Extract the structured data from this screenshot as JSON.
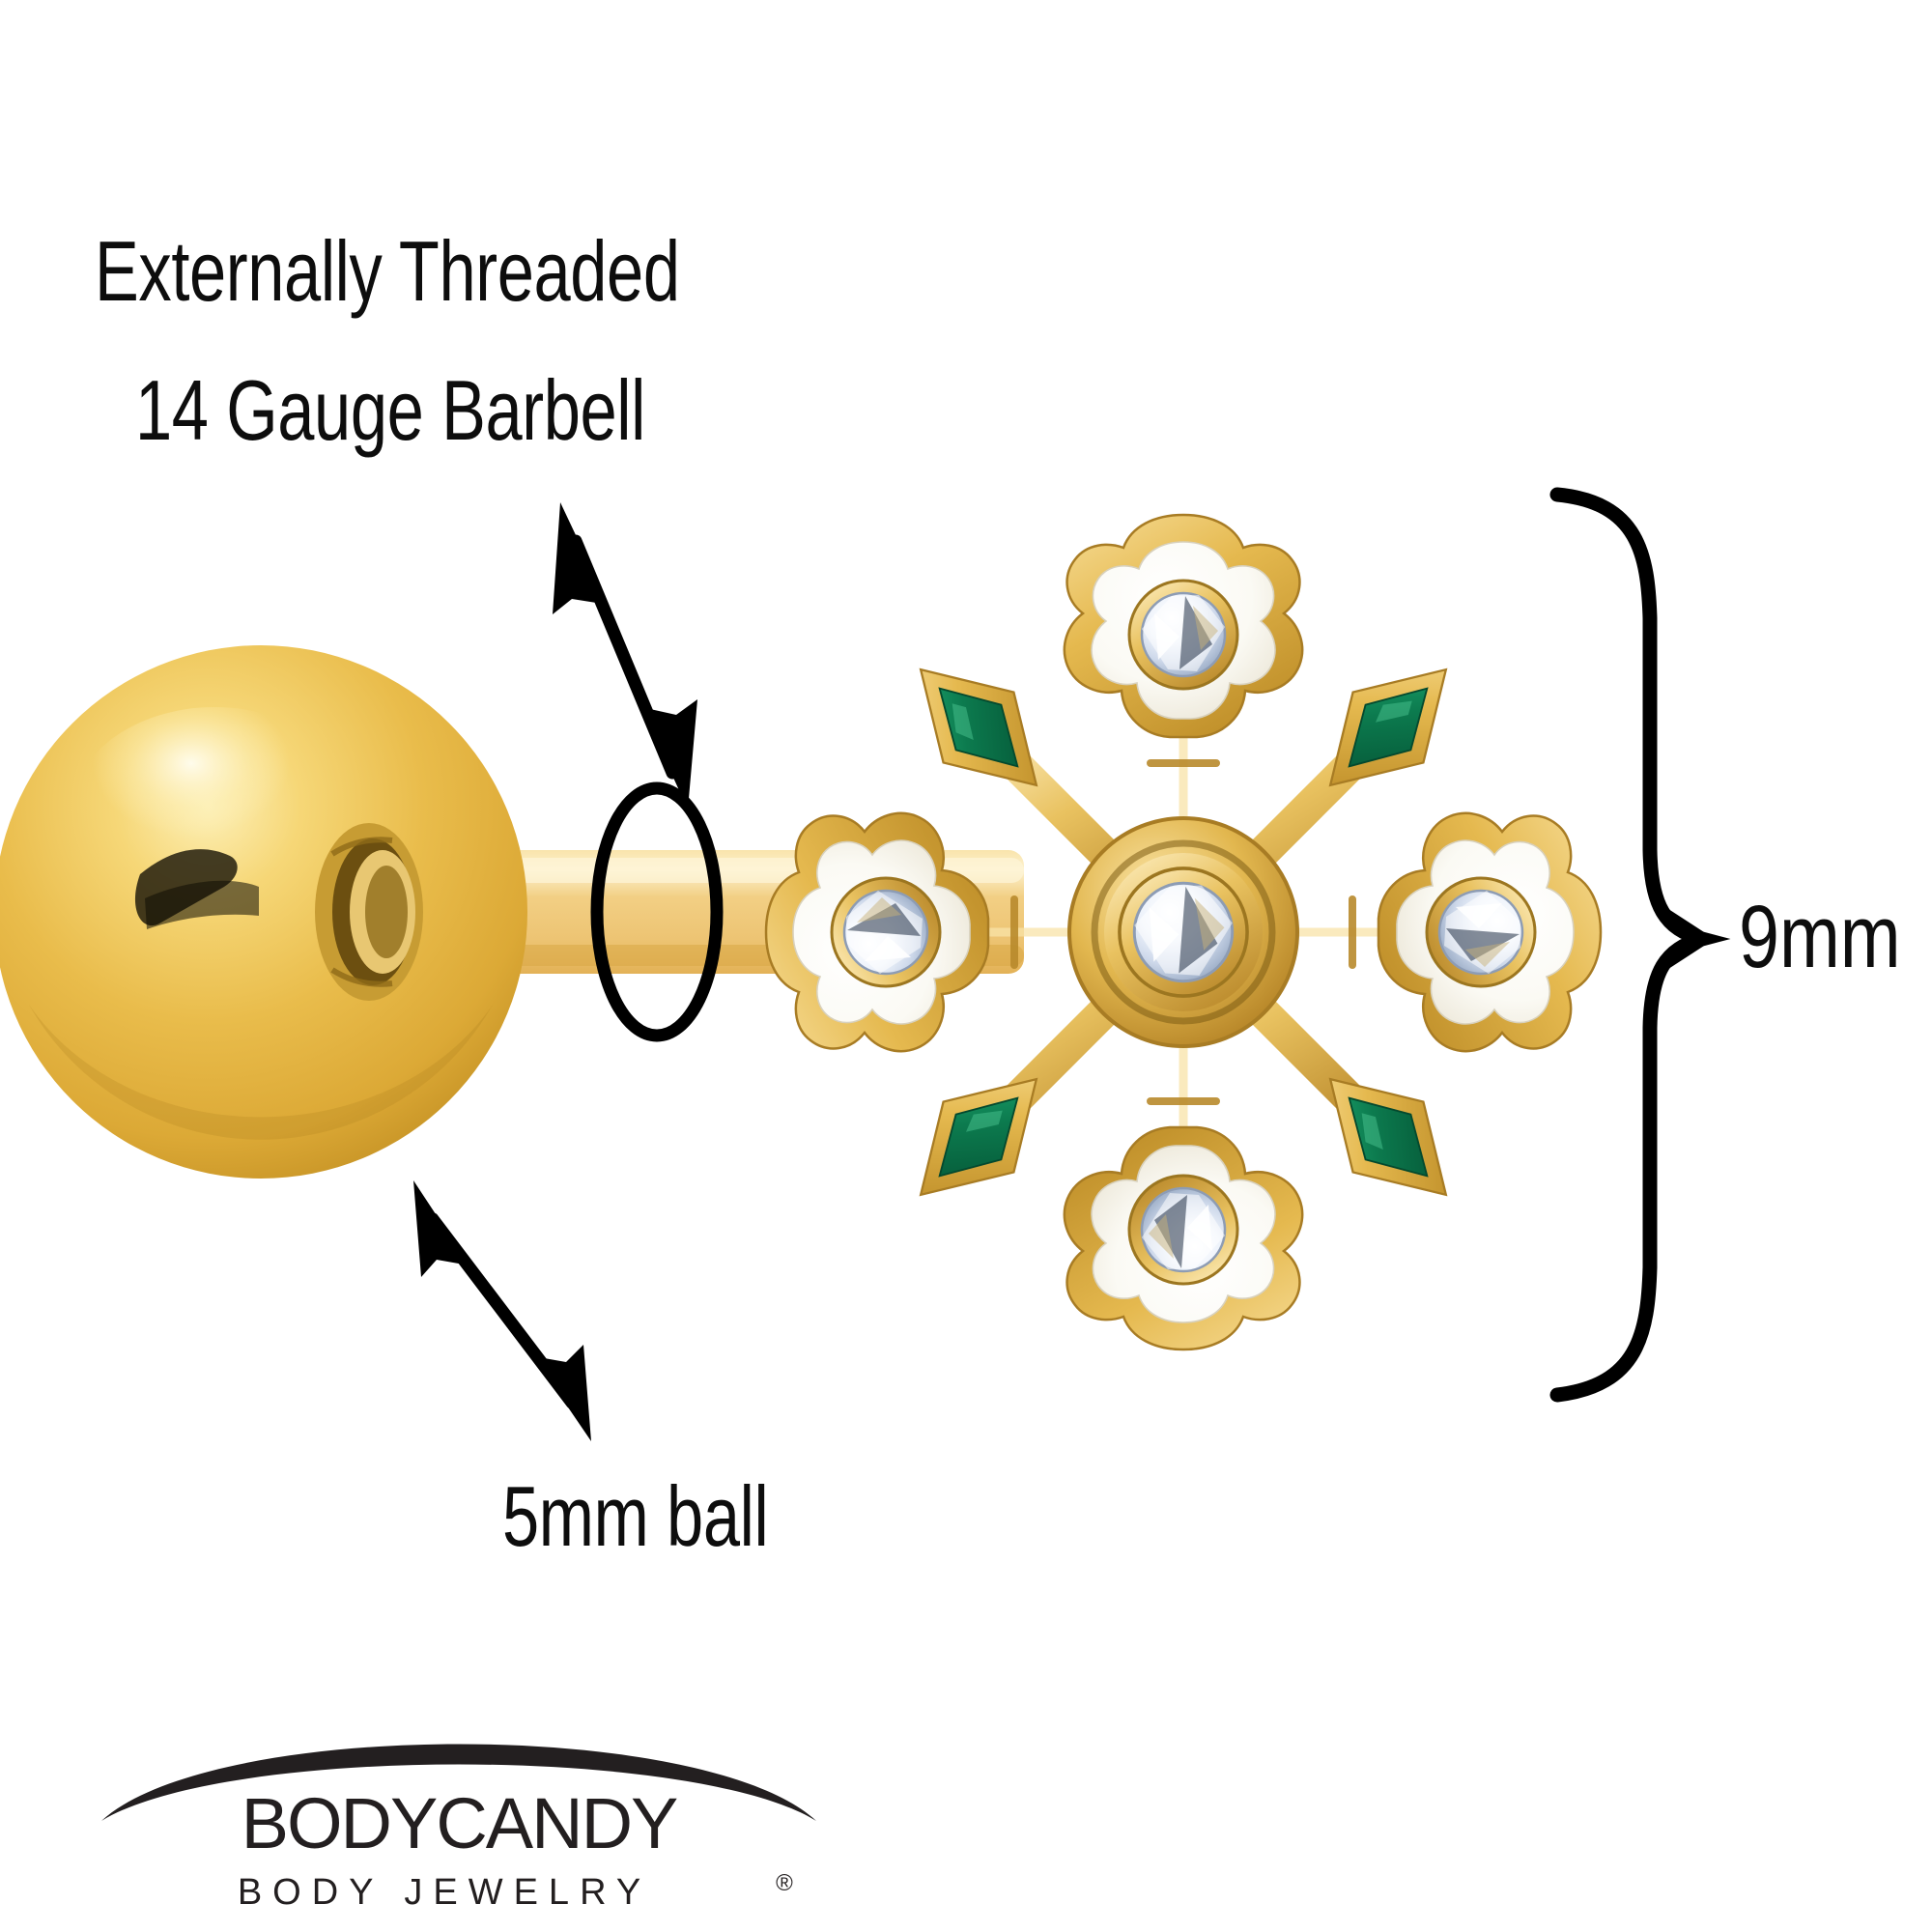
{
  "image": {
    "background_color": "#ffffff",
    "subject": "gold-tone snowflake flower barbell body jewelry"
  },
  "annotations": {
    "threaded_line1": "Externally Threaded",
    "threaded_line2": "14 Gauge Barbell",
    "ball_label": "5mm ball",
    "size_label": "9mm"
  },
  "icons": {
    "shaft_gauge_ellipse": "ellipse-ring-icon",
    "threaded_arrow": "double-arrow-icon",
    "ball_arrow": "double-arrow-icon",
    "size_brace": "curly-brace-icon"
  },
  "product": {
    "ball": {
      "name": "5mm gold ball end",
      "color": "#e8b63c",
      "highlight_color": "#fdf3c8"
    },
    "shaft": {
      "name": "14 gauge barbell shaft",
      "color": "#f0cb7e"
    },
    "charm": {
      "name": "snowflake flower charm",
      "gold_color": "#e0b14a",
      "gold_light": "#f5d98c",
      "gold_dark": "#b98b2c",
      "enamel_white": "#fbfbf7",
      "enamel_green": "#0c7a4e",
      "crystal_color": "#e9eef7",
      "petal_count": 4,
      "leaf_count": 4,
      "crystal_count": 5
    }
  },
  "brand": {
    "name_primary": "BODYCANDY",
    "name_secondary": "BODY JEWELRY",
    "trademark": "®",
    "color": "#231f20"
  }
}
